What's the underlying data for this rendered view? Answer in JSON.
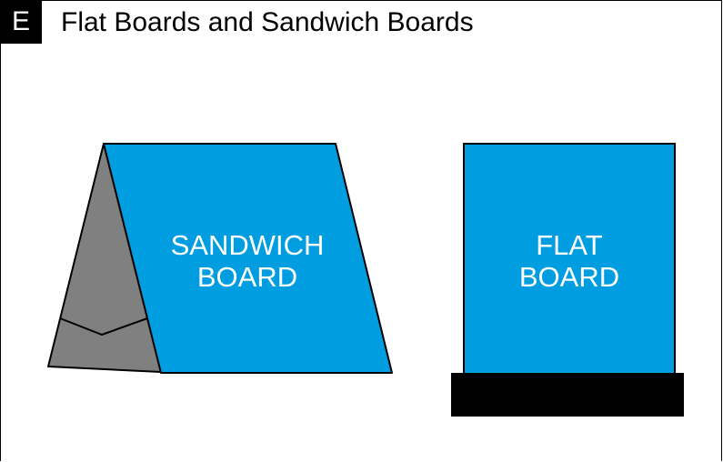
{
  "header": {
    "badge": "E",
    "title": "Flat Boards and Sandwich Boards"
  },
  "sandwich_board": {
    "label_line1": "SANDWICH",
    "label_line2": "BOARD"
  },
  "flat_board": {
    "label_line1": "FLAT",
    "label_line2": "BOARD"
  },
  "colors": {
    "board_blue": "#009ee0",
    "back_panel_gray": "#808080",
    "outline": "#000000",
    "base": "#000000"
  }
}
